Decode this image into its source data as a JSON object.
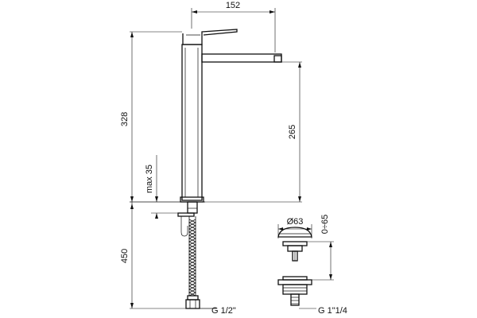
{
  "dimensions": {
    "spout_reach": "152",
    "body_height": "328",
    "spout_height": "265",
    "max_deck": "max 35",
    "hose_length": "450",
    "waste_diameter": "Ø63",
    "waste_adjust": "0÷65"
  },
  "connections": {
    "tap_thread": "G 1/2\"",
    "waste_thread": "G 1\"1/4"
  }
}
